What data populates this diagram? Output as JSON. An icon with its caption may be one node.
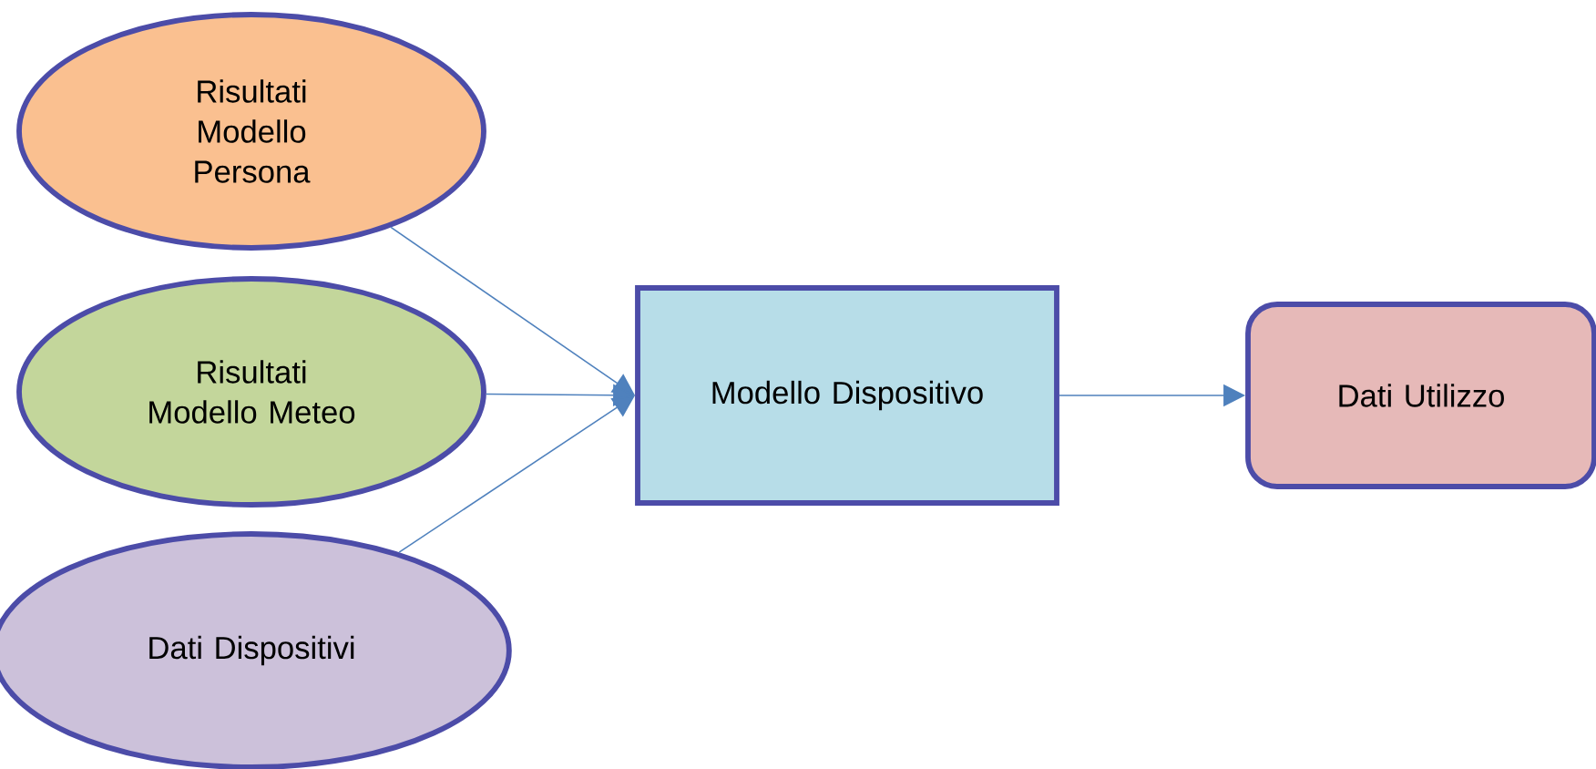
{
  "diagram": {
    "nodes": [
      {
        "text": [
          "Risultati Modello Persona"
        ]
      },
      {
        "text": [
          "Risultati Modello Meteo"
        ]
      },
      {
        "text": [
          "Dati Dispositivi"
        ]
      },
      {
        "text": [
          "Modello Dispositivo"
        ]
      },
      {
        "text": [
          "Dati Utilizzo"
        ]
      }
    ],
    "edges": [
      {
        "from": 0,
        "to": 3,
        "arrow": "to"
      },
      {
        "from": 1,
        "to": 3,
        "arrow": "to"
      },
      {
        "from": 2,
        "to": 3,
        "arrow": "to"
      },
      {
        "from": 3,
        "to": 4,
        "arrow": "to"
      }
    ]
  }
}
